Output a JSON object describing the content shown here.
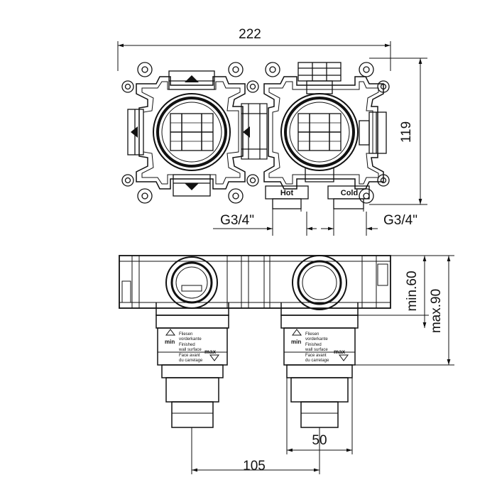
{
  "dimensions": {
    "overall_width": "222",
    "overall_height": "119",
    "inlet_left": "G3/4\"",
    "inlet_right": "G3/4\"",
    "depth_min": "min.60",
    "depth_max": "max.90",
    "spacing_outer": "105",
    "spacing_inner": "50"
  },
  "ports": {
    "hot": "Hot",
    "cold": "Cold"
  },
  "labels": {
    "min": "min",
    "max": "max",
    "line1": "Fliesen",
    "line2": "vorderkante",
    "line3": "Finished",
    "line4": "wall surface",
    "line5": "Face avant",
    "line6": "du carrelage"
  }
}
